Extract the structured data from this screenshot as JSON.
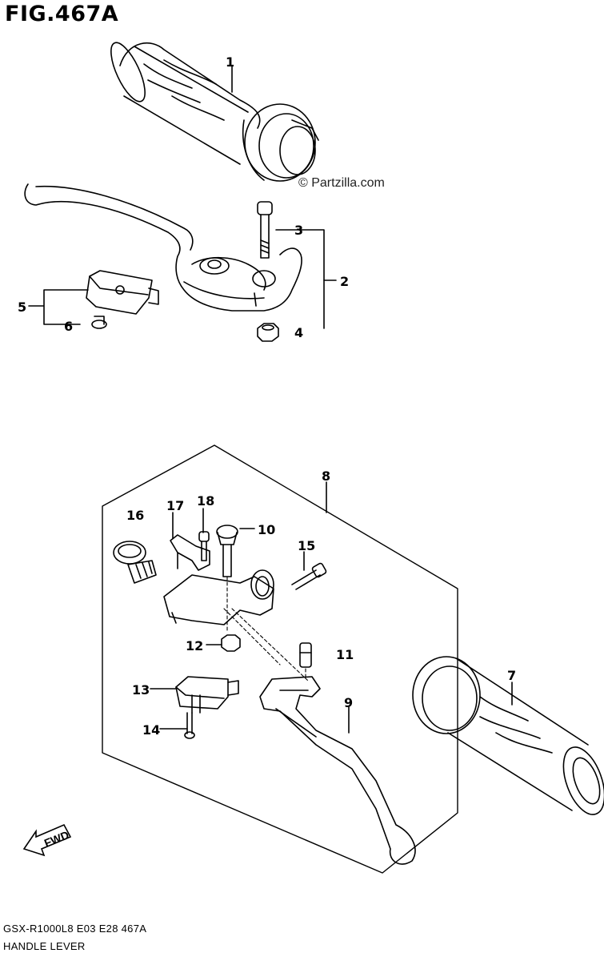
{
  "figure": {
    "title": "FIG.467A",
    "watermark": "© Partzilla.com",
    "code": "GSX-R1000L8 E03 E28 467A",
    "caption": "HANDLE LEVER",
    "fwd_label": "FWD"
  },
  "callouts": [
    "1",
    "2",
    "3",
    "4",
    "5",
    "6",
    "7",
    "8",
    "9",
    "10",
    "11",
    "12",
    "13",
    "14",
    "15",
    "16",
    "17",
    "18"
  ]
}
